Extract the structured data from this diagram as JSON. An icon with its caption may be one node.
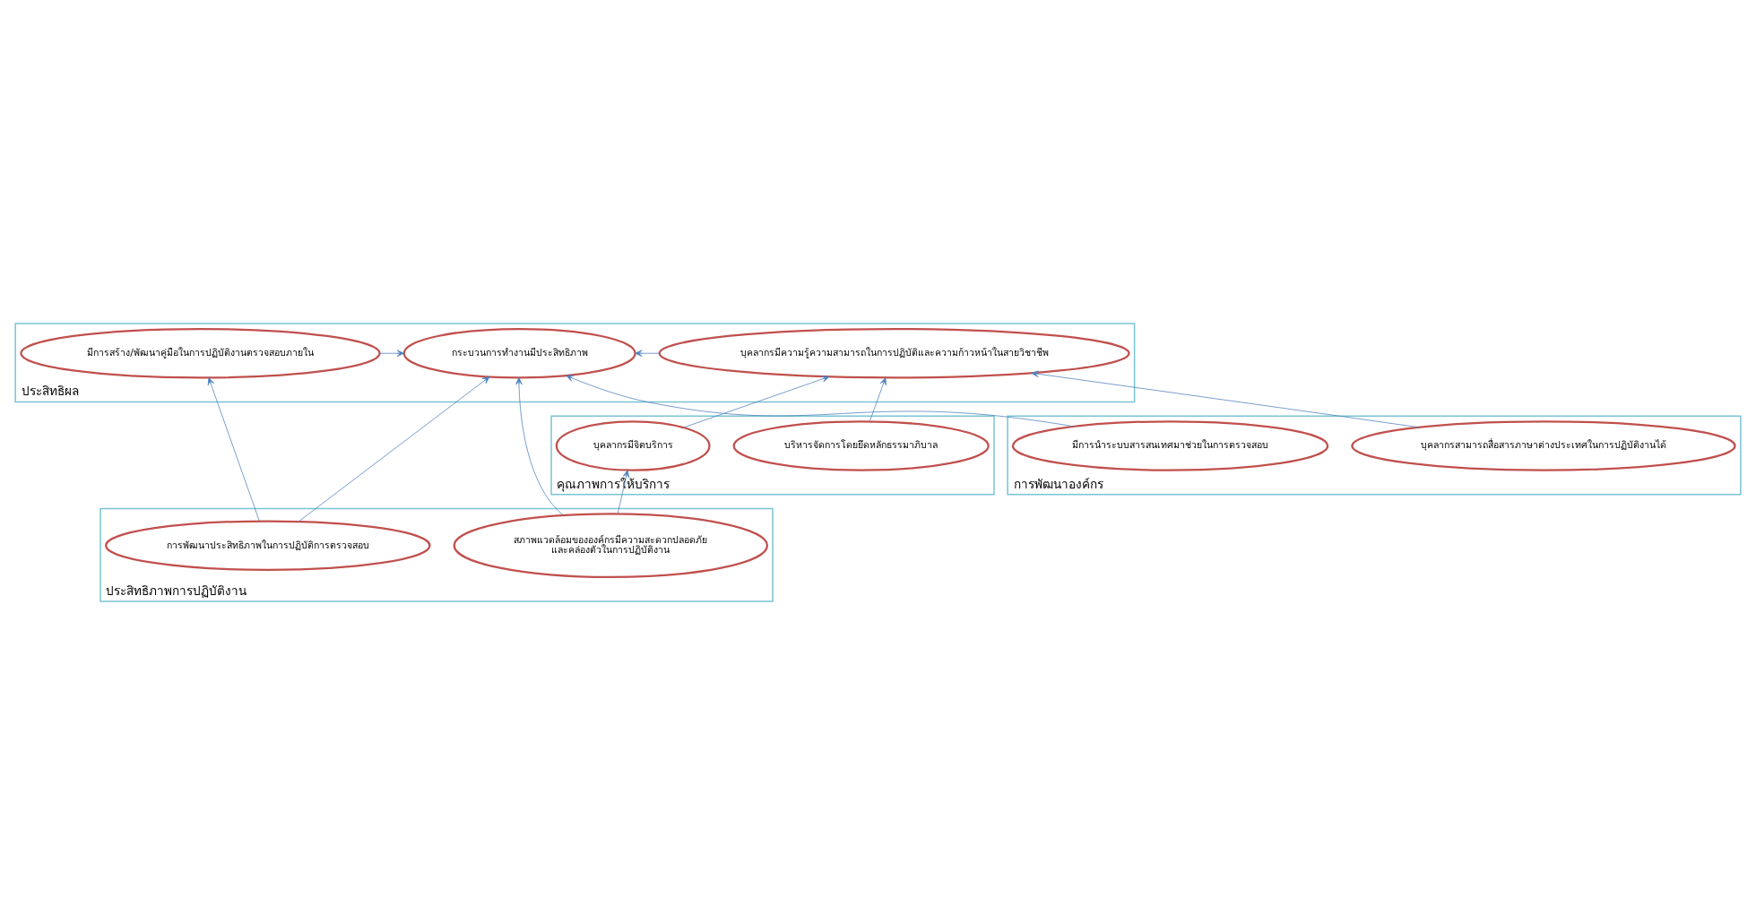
{
  "diagram": {
    "nodes": [
      {
        "text": [
          "ประสิทธิผล"
        ]
      },
      {
        "text": [
          "บุคลากรมีความรู้ความสามารถในการปฏิบัติและความก้าวหน้าในสายวิชาชีพ"
        ],
        "in": 0
      },
      {
        "text": [
          "กระบวนการทำงานมีประสิทธิภาพ"
        ],
        "in": 0
      },
      {
        "text": [
          "มีการสร้าง/พัฒนาคู่มือในการปฏิบัติงานตรวจสอบภายใน"
        ],
        "in": 0
      },
      {
        "text": [
          "คุณภาพการให้บริการ"
        ]
      },
      {
        "text": [
          "บริหารจัดการโดยยึดหลักธรรมาภิบาล"
        ],
        "in": 4
      },
      {
        "text": [
          "บุคลากรมีจิตบริการ"
        ],
        "in": 4
      },
      {
        "text": [
          "ประสิทธิภาพการปฏิบัติงาน"
        ]
      },
      {
        "text": [
          "การพัฒนาประสิทธิภาพในการปฏิบัติการตรวจสอบ"
        ],
        "in": 7
      },
      {
        "text": [
          "สภาพแวดล้อมขององค์กรมีความสะดวกปลอดภัย และคล่องตัวในการปฏิบัติงาน"
        ],
        "in": 7
      },
      {
        "text": [
          "การพัฒนาองค์กร"
        ]
      },
      {
        "text": [
          "บุคลากรสามารถสื่อสารภาษาต่างประเทศในการปฏิบัติงานได้"
        ],
        "in": 10
      },
      {
        "text": [
          "มีการนำระบบสารสนเทศมาช่วยในการตรวจสอบ"
        ],
        "in": 10
      }
    ],
    "edges": [
      {
        "from": 1,
        "to": 2,
        "arrow": "to"
      },
      {
        "from": 3,
        "to": 2,
        "arrow": "to"
      },
      {
        "from": 5,
        "to": 1,
        "arrow": "to"
      },
      {
        "from": 6,
        "to": 1,
        "arrow": "to"
      },
      {
        "from": 8,
        "to": 2,
        "arrow": "to"
      },
      {
        "from": 8,
        "to": 3,
        "arrow": "to"
      },
      {
        "from": 9,
        "to": 2,
        "arrow": "to"
      },
      {
        "from": 9,
        "to": 6,
        "arrow": "to"
      },
      {
        "from": 11,
        "to": 1,
        "arrow": "to"
      },
      {
        "from": 12,
        "to": 2,
        "arrow": "to"
      }
    ]
  }
}
